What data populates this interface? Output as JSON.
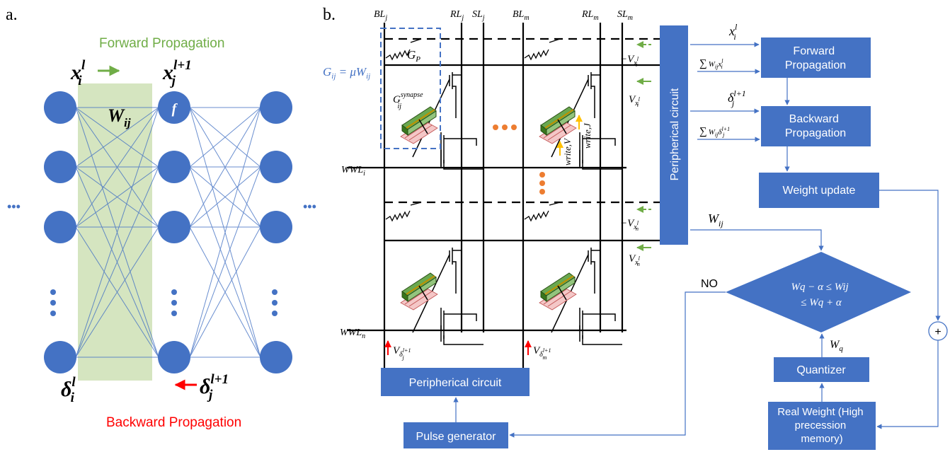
{
  "panel_a": {
    "letter": "a.",
    "forward_label": "Forward Propagation",
    "backward_label": "Backward Propagation",
    "x_i": "x",
    "x_i_sup": "l",
    "x_i_sub": "i",
    "x_j": "x",
    "x_j_sup": "l+1",
    "x_j_sub": "j",
    "w": "W",
    "w_sub": "ij",
    "f": "f",
    "delta_i": "δ",
    "delta_i_sup": "l",
    "delta_i_sub": "i",
    "delta_j": "δ",
    "delta_j_sup": "l+1",
    "delta_j_sub": "j",
    "ellipsis": "•••",
    "colors": {
      "node": "#4472c4",
      "shade": "#d5e5c0",
      "forward": "#70ad47",
      "backward": "#ff0000"
    }
  },
  "panel_b": {
    "letter": "b.",
    "col_headers": [
      {
        "base": "BL",
        "sub": "j"
      },
      {
        "base": "RL",
        "sub": "j"
      },
      {
        "base": "SL",
        "sub": "j"
      },
      {
        "base": "BL",
        "sub": "m"
      },
      {
        "base": "RL",
        "sub": "m"
      },
      {
        "base": "SL",
        "sub": "m"
      }
    ],
    "wwl_i": {
      "base": "WWL",
      "sub": "i"
    },
    "wwl_n": {
      "base": "WWL",
      "sub": "n"
    },
    "gij_eq": "G",
    "gij_eq_sub": "ij",
    "gij_eq_rhs": " = μW",
    "gij_eq_rhs_sub": "ij",
    "gp": "G",
    "gp_sub": "P",
    "gsyn": "G",
    "gsyn_sub": "ij",
    "gsyn_sup": "synapse",
    "write_v": "write,V",
    "write_j": "write,J",
    "v_neg_xi": {
      "pre": "−V",
      "sub": "x",
      "subsup": "l",
      "subsub": "i"
    },
    "v_xi": {
      "pre": "V",
      "sub": "x",
      "subsup": "l",
      "subsub": "i"
    },
    "v_neg_xn": {
      "pre": "−V",
      "sub": "x",
      "subsup": "l",
      "subsub": "n"
    },
    "v_xn": {
      "pre": "V",
      "sub": "x",
      "subsup": "l",
      "subsub": "n"
    },
    "v_dj": {
      "pre": "V",
      "sub": "δ",
      "subsup": "l+1",
      "subsub": "j"
    },
    "v_dm": {
      "pre": "V",
      "sub": "δ",
      "subsup": "l+1",
      "subsub": "m"
    },
    "peripheral_vertical": "Peripherical circuit",
    "peripheral_bottom": "Peripherical circuit",
    "pulse_generator": "Pulse generator",
    "flow": {
      "forward": [
        "Forward",
        "Propagation"
      ],
      "backward": [
        "Backward",
        "Propagation"
      ],
      "weight_update": "Weight update",
      "quantizer": "Quantizer",
      "real_weight": [
        "Real Weight (High",
        "precession",
        "memory)"
      ],
      "diamond": [
        "Wq − α ≤ Wij",
        "≤ Wq + α"
      ],
      "no": "NO",
      "w_ij": "W",
      "w_ij_sub": "ij",
      "w_q": "W",
      "w_q_sub": "q",
      "plus": "+",
      "x_in": "x",
      "x_in_sup": "l",
      "x_in_sub": "i",
      "sum_fwd": "∑",
      "sum_fwd_rest": "W",
      "sum_fwd_sub": "ij",
      "sum_fwd_x": "x",
      "sum_fwd_xsup": "l",
      "sum_fwd_xsub": "i",
      "delta_in": "δ",
      "delta_in_sup": "l+1",
      "delta_in_sub": "j",
      "sum_bwd": "∑",
      "sum_bwd_rest": "W",
      "sum_bwd_sub": "ij",
      "sum_bwd_d": "δ",
      "sum_bwd_dsup": "l+1",
      "sum_bwd_dsub": "j"
    },
    "colors": {
      "box": "#4472c4",
      "box_text": "#ffffff",
      "dot": "#ed7d31",
      "forward_arrow": "#70ad47",
      "up_arrow": "#ff0000",
      "write_arrow": "#ffc000",
      "highlight": "#4472c4"
    }
  }
}
